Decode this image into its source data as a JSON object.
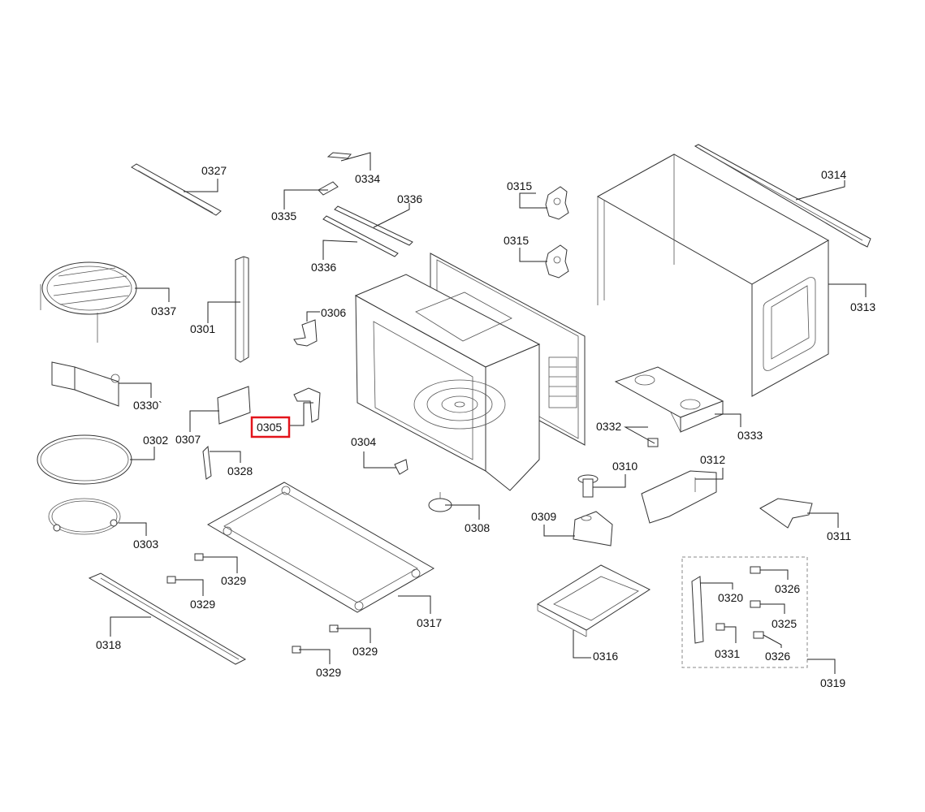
{
  "diagram": {
    "highlight_color": "#e3141b",
    "highlighted_part": "0305",
    "labels": {
      "p0327": "0327",
      "p0334": "0334",
      "p0335": "0335",
      "p0336a": "0336",
      "p0336b": "0336",
      "p0315a": "0315",
      "p0315b": "0315",
      "p0314": "0314",
      "p0313": "0313",
      "p0337": "0337",
      "p0301": "0301",
      "p0306": "0306",
      "p0330": "0330`",
      "p0307": "0307",
      "p0305": "0305",
      "p0302": "0302",
      "p0328": "0328",
      "p0304": "0304",
      "p0332": "0332",
      "p0333": "0333",
      "p0310": "0310",
      "p0312": "0312",
      "p0303": "0303",
      "p0308": "0308",
      "p0309": "0309",
      "p0311": "0311",
      "p0329a": "0329",
      "p0329b": "0329",
      "p0329c": "0329",
      "p0329d": "0329",
      "p0317": "0317",
      "p0318": "0318",
      "p0316": "0316",
      "p0320": "0320",
      "p0326a": "0326",
      "p0325": "0325",
      "p0331": "0331",
      "p0326b": "0326",
      "p0319": "0319"
    }
  }
}
